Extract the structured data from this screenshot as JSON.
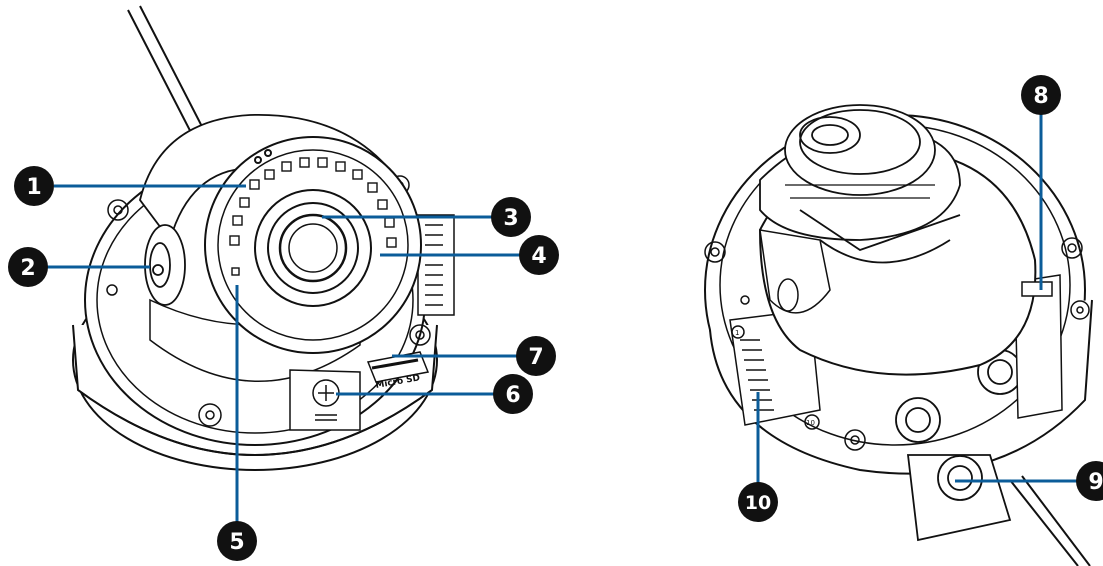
{
  "colors": {
    "callout_line": "#0b5c99",
    "badge_fill": "#111111",
    "badge_text": "#ffffff",
    "line_art": "#111111",
    "background": "#ffffff"
  },
  "callouts": [
    {
      "id": "1",
      "label": "1"
    },
    {
      "id": "2",
      "label": "2"
    },
    {
      "id": "3",
      "label": "3"
    },
    {
      "id": "4",
      "label": "4"
    },
    {
      "id": "5",
      "label": "5"
    },
    {
      "id": "6",
      "label": "6"
    },
    {
      "id": "7",
      "label": "7"
    },
    {
      "id": "8",
      "label": "8"
    },
    {
      "id": "9",
      "label": "9"
    },
    {
      "id": "10",
      "label": "10"
    }
  ],
  "printed_text": {
    "sd_slot": "Micro SD",
    "terminal_start": "1",
    "terminal_end": "10"
  }
}
